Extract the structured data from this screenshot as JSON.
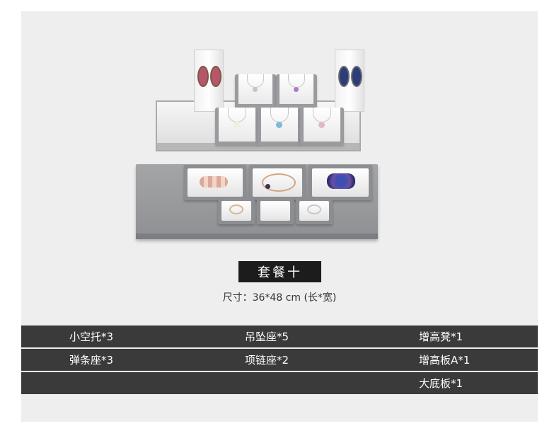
{
  "title": "套餐十",
  "size": "尺寸：36*48 cm (长*宽)",
  "items": [
    [
      "小空托*3",
      "吊坠座*5",
      "增高凳*1"
    ],
    [
      "弹条座*3",
      "项链座*2",
      "增高板A*1"
    ],
    [
      "",
      "",
      "大底板*1"
    ]
  ]
}
